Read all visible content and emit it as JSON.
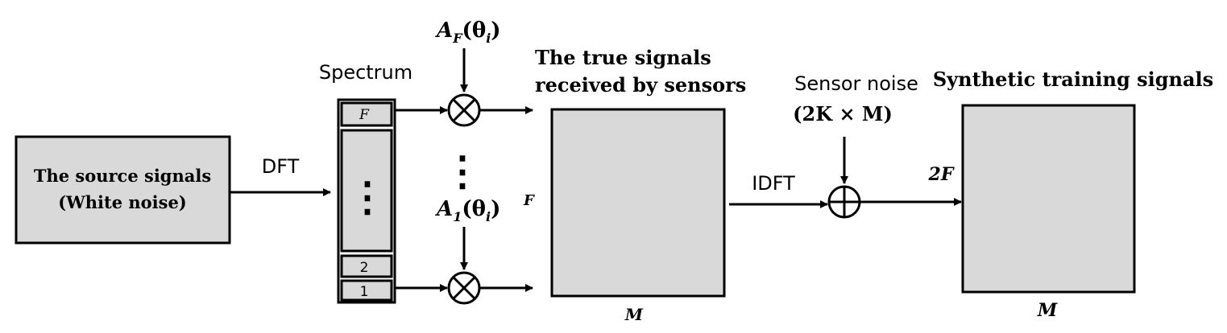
{
  "source": {
    "line1": "The source signals",
    "line2": "(White noise)"
  },
  "dft_label": "DFT",
  "spectrum": {
    "title": "Spectrum",
    "top_cell": "F",
    "dots": "⋮",
    "cell2": "2",
    "cell1": "1"
  },
  "steering_top": {
    "base": "A",
    "sub": "F",
    "arg": "(θ",
    "arg_sub": "i",
    "close": ")"
  },
  "steering_bottom": {
    "base": "A",
    "sub": "1",
    "arg": "(θ",
    "arg_sub": "i",
    "close": ")"
  },
  "middle_dots": "⋮",
  "true_signals": {
    "line1": "The true signals",
    "line2": "received by sensors",
    "rows_label": "F",
    "cols_label": "M"
  },
  "idft_label": "IDFT",
  "sensor_noise": {
    "line1": "Sensor noise",
    "line2": "(2K × M)"
  },
  "synthetic": {
    "title": "Synthetic training signals",
    "rows_label": "2F",
    "cols_label": "M"
  },
  "colors": {
    "box_fill": "#d9d9d9",
    "stroke": "#000000"
  }
}
